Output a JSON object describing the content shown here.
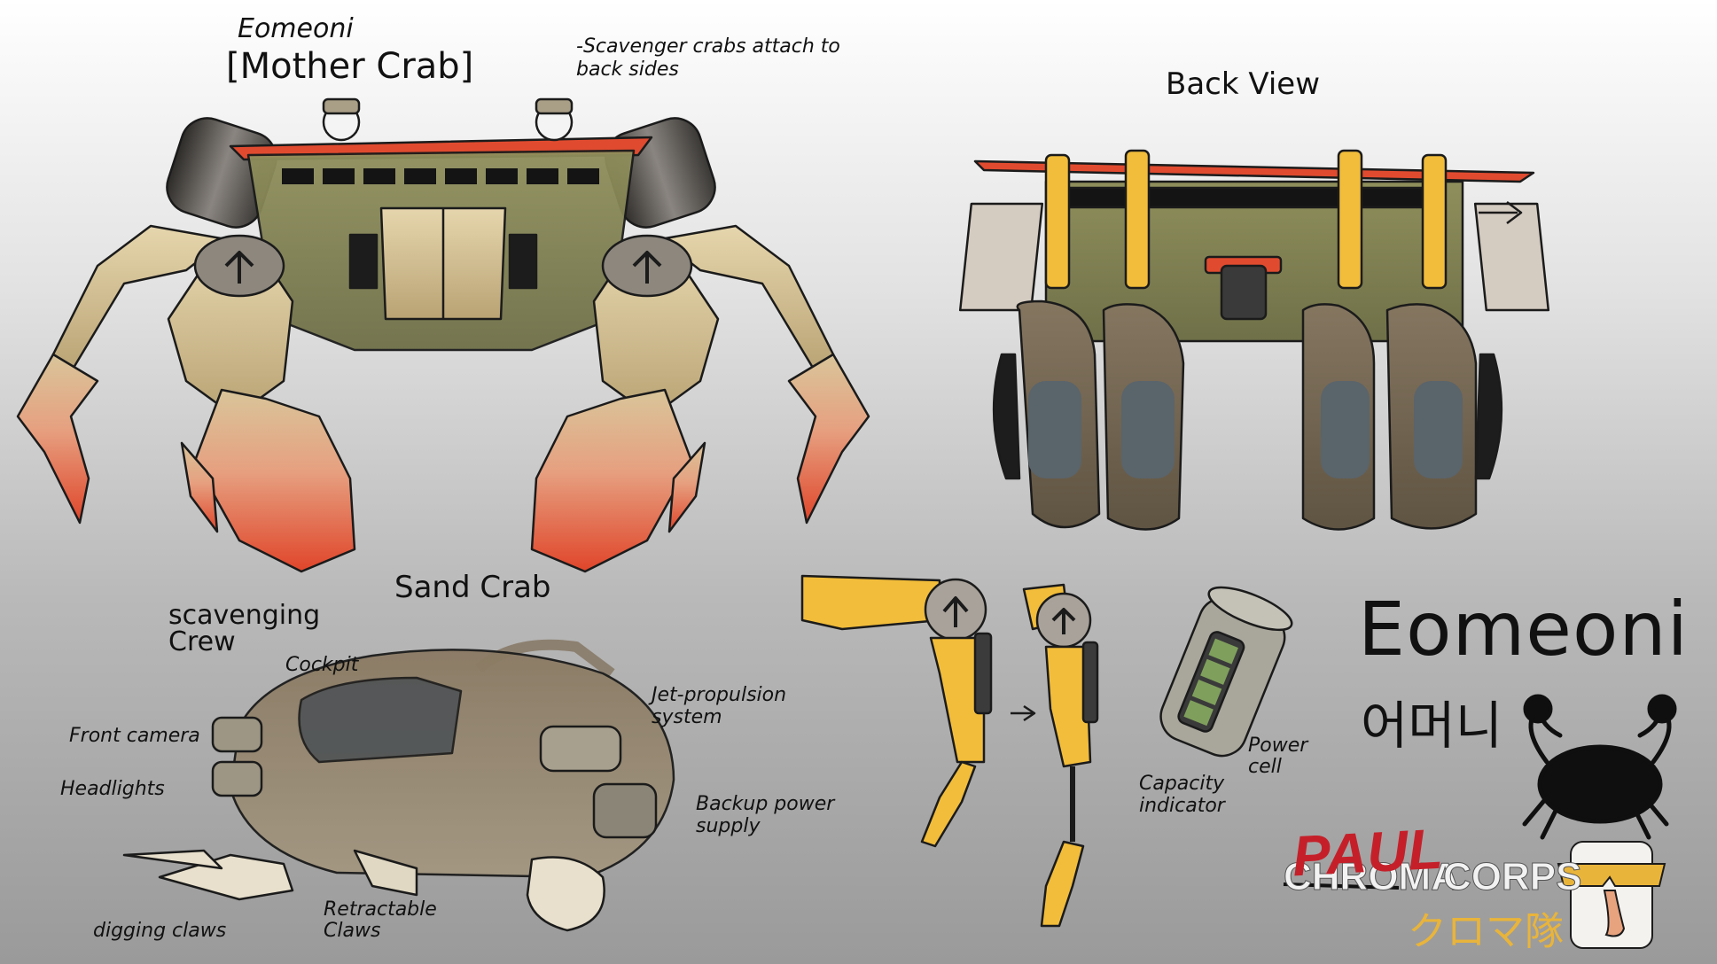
{
  "mother_crab": {
    "name": "Eomeoni",
    "title": "[Mother Crab]",
    "note": "-Scavenger crabs attach to back sides"
  },
  "back_view": {
    "title": "Back View"
  },
  "sand_crab": {
    "title": "Sand Crab",
    "crew": "scavenging Crew",
    "labels": {
      "cockpit": "Cockpit",
      "front_camera": "Front camera",
      "headlights": "Headlights",
      "jet_propulsion": "Jet-propulsion system",
      "backup_power": "Backup power supply",
      "digging_claws": "digging claws",
      "retractable_claws": "Retractable Claws"
    }
  },
  "power_cell": {
    "label": "Power cell",
    "indicator": "Capacity indicator"
  },
  "branding": {
    "name": "Eomeoni",
    "korean": "어머니",
    "struck_text": "CHROMA",
    "overwrite": "PAUL",
    "corps": "CORPS",
    "japanese": "クロマ隊"
  },
  "colors": {
    "background_top": "#ffffff",
    "background_bottom": "#9a9a9a",
    "armor_tan": "#d8c59a",
    "claw_red": "#e25a3c",
    "arm_yellow": "#f2bd3a",
    "hull_olive": "#8f8a5a",
    "pod_brown": "#7a6a52",
    "accent_red": "#e04b2f",
    "logo_yellow": "#e9b43a"
  },
  "icons": [
    "crab-silhouette-icon",
    "sunglasses-nose-mascot-icon",
    "arrow-right-icon"
  ]
}
